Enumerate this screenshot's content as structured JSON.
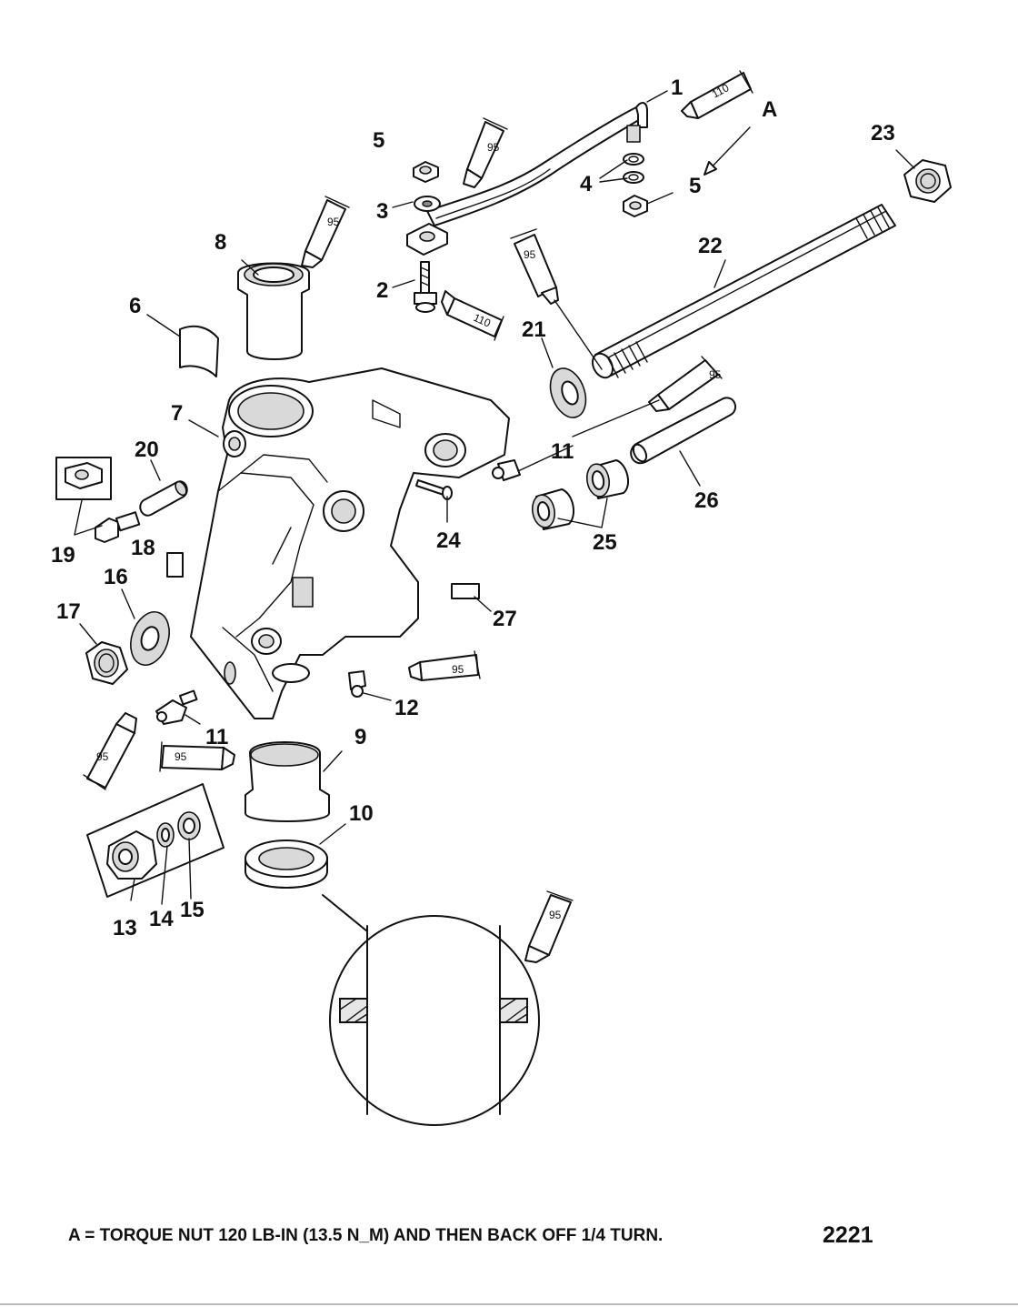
{
  "callouts": {
    "n1": "1",
    "n2": "2",
    "n3": "3",
    "n4": "4",
    "n5a": "5",
    "n5b": "5",
    "n6": "6",
    "n7": "7",
    "n8": "8",
    "n9": "9",
    "n10": "10",
    "n11a": "11",
    "n11b": "11",
    "n12": "12",
    "n13": "13",
    "n14": "14",
    "n15": "15",
    "n16": "16",
    "n17": "17",
    "n18": "18",
    "n19": "19",
    "n20": "20",
    "n21": "21",
    "n22": "22",
    "n23": "23",
    "n24": "24",
    "n25": "25",
    "n26": "26",
    "n27": "27",
    "A": "A"
  },
  "sealants": {
    "s95": "95",
    "s110": "110"
  },
  "footer": {
    "note": "A = TORQUE NUT 120 LB-IN (13.5 N_M) AND THEN BACK OFF 1/4 TURN.",
    "figure_number": "2221"
  }
}
